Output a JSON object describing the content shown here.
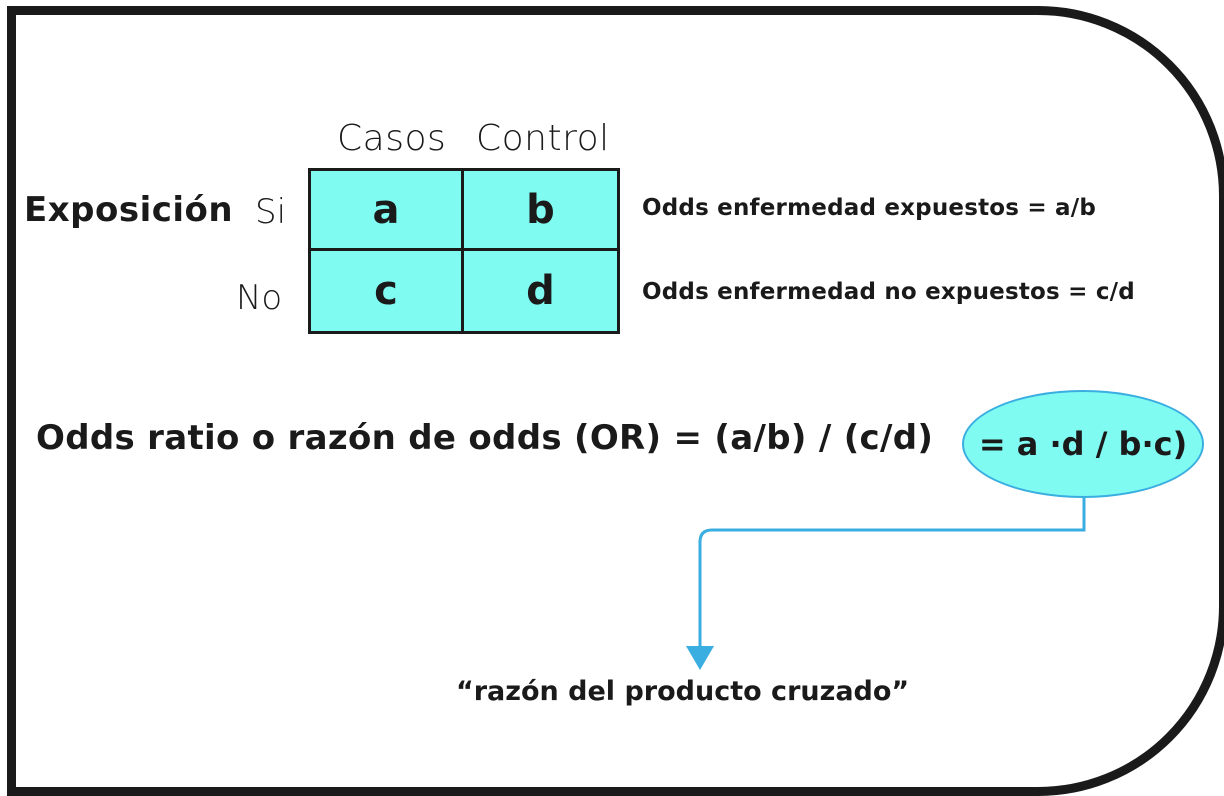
{
  "table": {
    "col_headers": [
      "Casos",
      "Control"
    ],
    "exposure_label": "Exposición",
    "row_labels": [
      "Si",
      "No"
    ],
    "cells": [
      [
        "a",
        "b"
      ],
      [
        "c",
        "d"
      ]
    ]
  },
  "odds_lines": [
    "Odds enfermedad expuestos = a/b",
    "Odds enfermedad no expuestos = c/d"
  ],
  "formula": {
    "main": "Odds ratio o razón de odds (OR) = (a/b) / (c/d)",
    "highlight": "= a ·d / b·c)"
  },
  "caption": "“razón del producto cruzado”",
  "colors": {
    "cell_fill": "#80fbf2",
    "arrow": "#3aaee0",
    "border": "#1a1a1a"
  }
}
